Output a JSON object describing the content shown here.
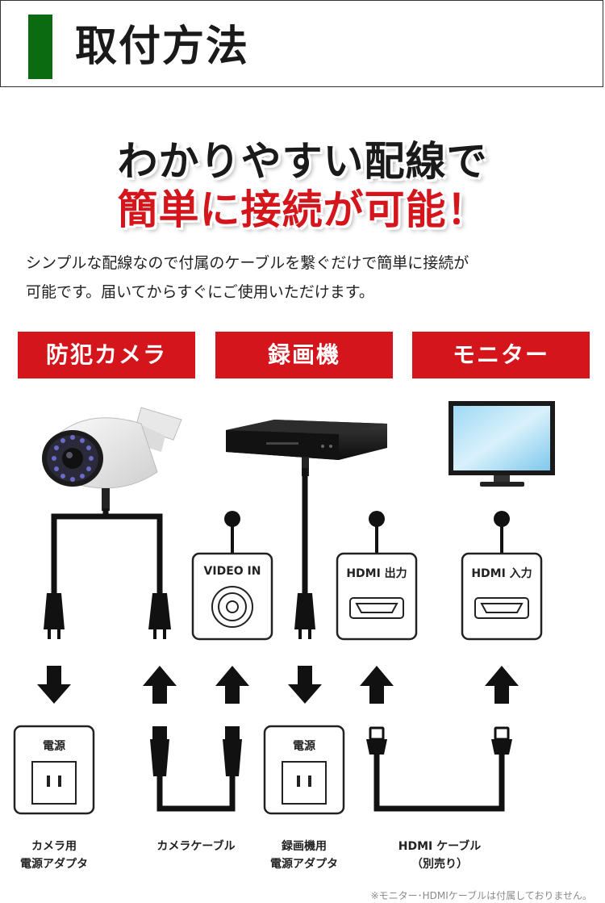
{
  "header": {
    "title": "取付方法",
    "accent": "#0b6b10"
  },
  "headline": {
    "line1": "わかりやすい配線で",
    "line2": "簡単に接続が可能！",
    "line2_color": "#d4161c"
  },
  "description": {
    "line1": "シンプルな配線なので付属のケーブルを繋ぐだけで簡単に接続が",
    "line2": "可能です。届いてからすぐにご使用いただけます。"
  },
  "devices": {
    "camera": "防犯カメラ",
    "recorder": "録画機",
    "monitor": "モニター",
    "label_color": "#d4161c"
  },
  "ports": {
    "video_in": "VIDEO IN",
    "hdmi_out": "HDMI 出力",
    "hdmi_in": "HDMI 入力",
    "power1": "電源",
    "power2": "電源"
  },
  "captions": {
    "camera_adapter_1": "カメラ用",
    "camera_adapter_2": "電源アダプタ",
    "camera_cable": "カメラケーブル",
    "recorder_adapter_1": "録画機用",
    "recorder_adapter_2": "電源アダプタ",
    "hdmi_cable_1": "HDMI ケーブル",
    "hdmi_cable_2": "（別売り）"
  },
  "note": "※モニター･HDMIケーブルは付属しておりません。"
}
